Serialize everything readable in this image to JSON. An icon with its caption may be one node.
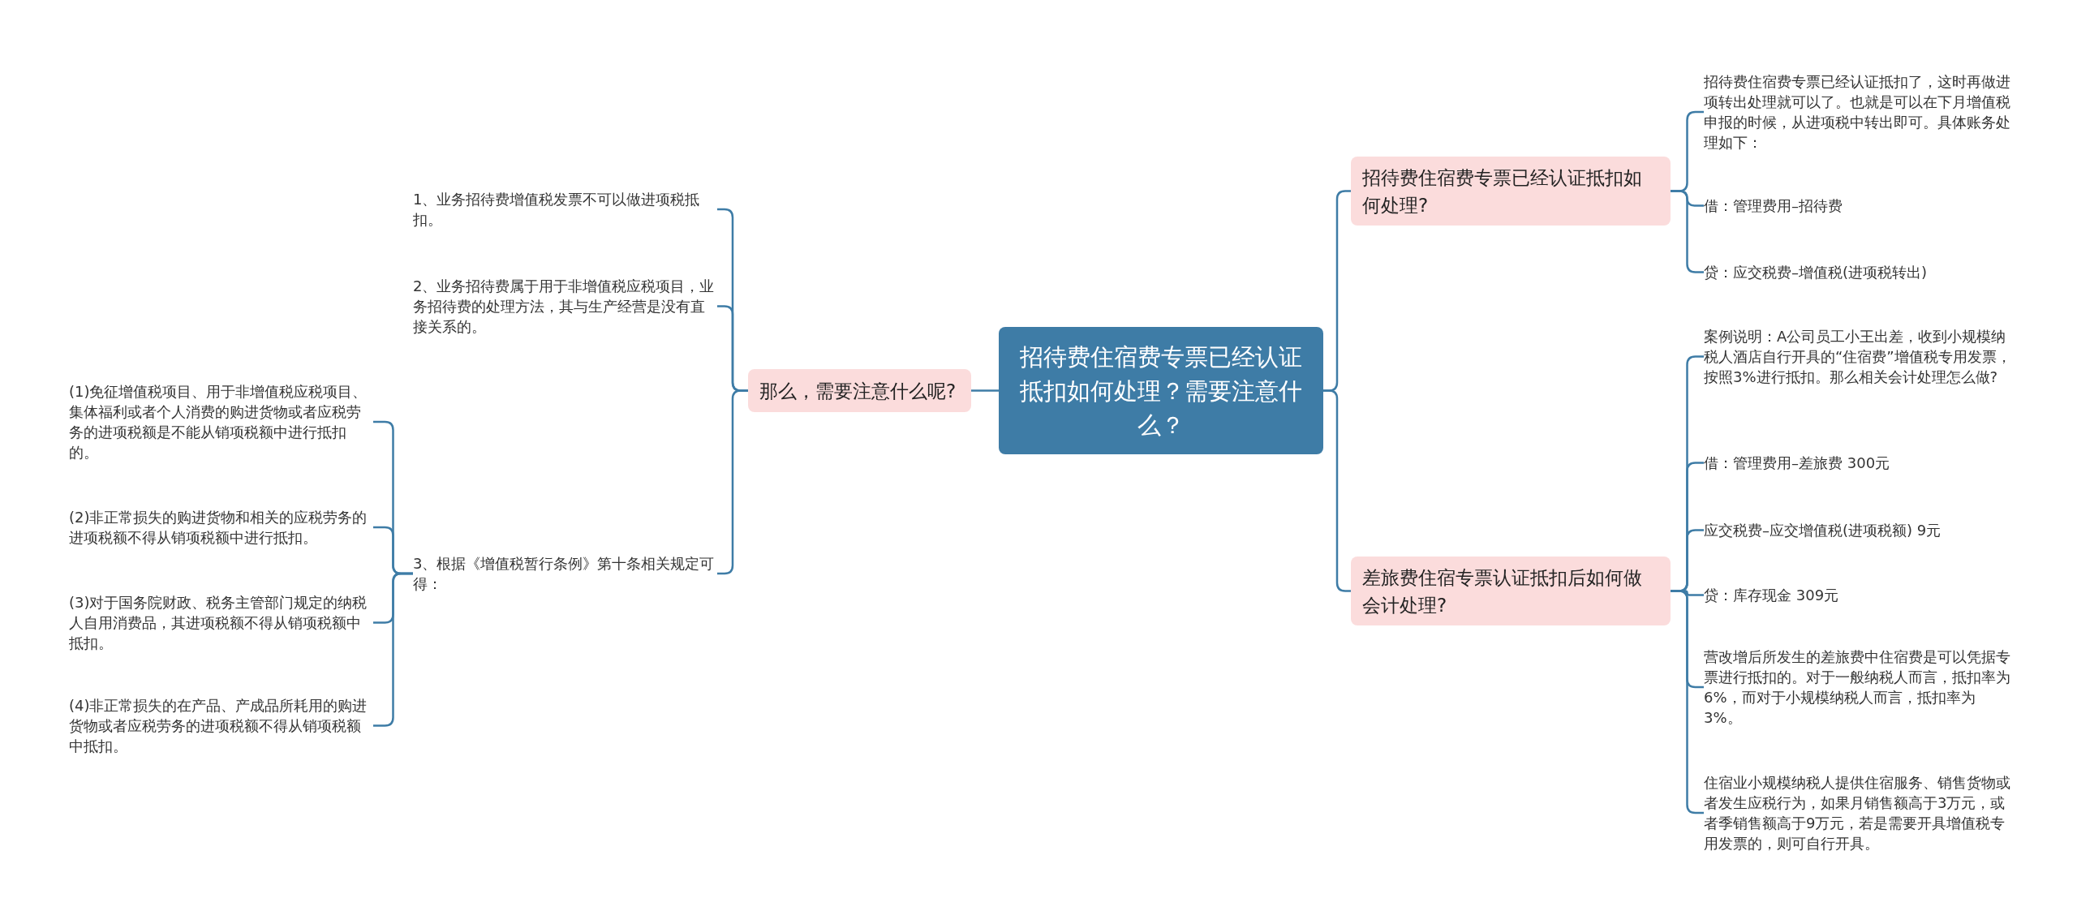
{
  "diagram": {
    "nodes": [
      {
        "text": [
          "招待费住宿费专票已经认证抵扣如何处理？需要注意什么？"
        ]
      },
      {
        "text": [
          "那么，需要注意什么呢?"
        ]
      },
      {
        "text": [
          "1、业务招待费增值税发票不可以做进项税抵扣。"
        ]
      },
      {
        "text": [
          "2、业务招待费属于用于非增值税应税项目，业务招待费的处理方法，其与生产经营是没有直接关系的。"
        ]
      },
      {
        "text": [
          "3、根据《增值税暂行条例》第十条相关规定可得："
        ]
      },
      {
        "text": [
          "(1)免征增值税项目、用于非增值税应税项目、集体福利或者个人消费的购进货物或者应税劳务的进项税额是不能从销项税额中进行抵扣的。"
        ]
      },
      {
        "text": [
          "(2)非正常损失的购进货物和相关的应税劳务的进项税额不得从销项税额中进行抵扣。"
        ]
      },
      {
        "text": [
          "(3)对于国务院财政、税务主管部门规定的纳税人自用消费品，其进项税额不得从销项税额中抵扣。"
        ]
      },
      {
        "text": [
          "(4)非正常损失的在产品、产成品所耗用的购进货物或者应税劳务的进项税额不得从销项税额中抵扣。"
        ]
      },
      {
        "text": [
          "招待费住宿费专票已经认证抵扣如何处理?"
        ]
      },
      {
        "text": [
          "差旅费住宿专票认证抵扣后如何做会计处理?"
        ]
      },
      {
        "text": [
          "招待费住宿费专票已经认证抵扣了，这时再做进项转出处理就可以了。也就是可以在下月增值税申报的时候，从进项税中转出即可。具体账务处理如下："
        ]
      },
      {
        "text": [
          "借：管理费用–招待费"
        ]
      },
      {
        "text": [
          "贷：应交税费–增值税(进项税转出)"
        ]
      },
      {
        "text": [
          "案例说明：A公司员工小王出差，收到小规模纳税人酒店自行开具的“住宿费”增值税专用发票，按照3%进行抵扣。那么相关会计处理怎么做?"
        ]
      },
      {
        "text": [
          "借：管理费用–差旅费 300元"
        ]
      },
      {
        "text": [
          "应交税费–应交增值税(进项税额) 9元"
        ]
      },
      {
        "text": [
          "贷：库存现金 309元"
        ]
      },
      {
        "text": [
          "营改增后所发生的差旅费中住宿费是可以凭据专票进行抵扣的。对于一般纳税人而言，抵扣率为6%，而对于小规模纳税人而言，抵扣率为3%。"
        ]
      },
      {
        "text": [
          "住宿业小规模纳税人提供住宿服务、销售货物或者发生应税行为，如果月销售额高于3万元，或者季销售额高于9万元，若是需要开具增值税专用发票的，则可自行开具。"
        ]
      }
    ],
    "edges": [
      {
        "from": 0,
        "to": 1,
        "arrow": "none"
      },
      {
        "from": 0,
        "to": 9,
        "arrow": "none"
      },
      {
        "from": 0,
        "to": 10,
        "arrow": "none"
      },
      {
        "from": 1,
        "to": 2,
        "arrow": "none"
      },
      {
        "from": 1,
        "to": 3,
        "arrow": "none"
      },
      {
        "from": 1,
        "to": 4,
        "arrow": "none"
      },
      {
        "from": 4,
        "to": 5,
        "arrow": "none"
      },
      {
        "from": 4,
        "to": 6,
        "arrow": "none"
      },
      {
        "from": 4,
        "to": 7,
        "arrow": "none"
      },
      {
        "from": 4,
        "to": 8,
        "arrow": "none"
      },
      {
        "from": 9,
        "to": 11,
        "arrow": "none"
      },
      {
        "from": 9,
        "to": 12,
        "arrow": "none"
      },
      {
        "from": 9,
        "to": 13,
        "arrow": "none"
      },
      {
        "from": 10,
        "to": 14,
        "arrow": "none"
      },
      {
        "from": 10,
        "to": 15,
        "arrow": "none"
      },
      {
        "from": 10,
        "to": 16,
        "arrow": "none"
      },
      {
        "from": 10,
        "to": 17,
        "arrow": "none"
      },
      {
        "from": 10,
        "to": 18,
        "arrow": "none"
      },
      {
        "from": 10,
        "to": 19,
        "arrow": "none"
      }
    ]
  }
}
